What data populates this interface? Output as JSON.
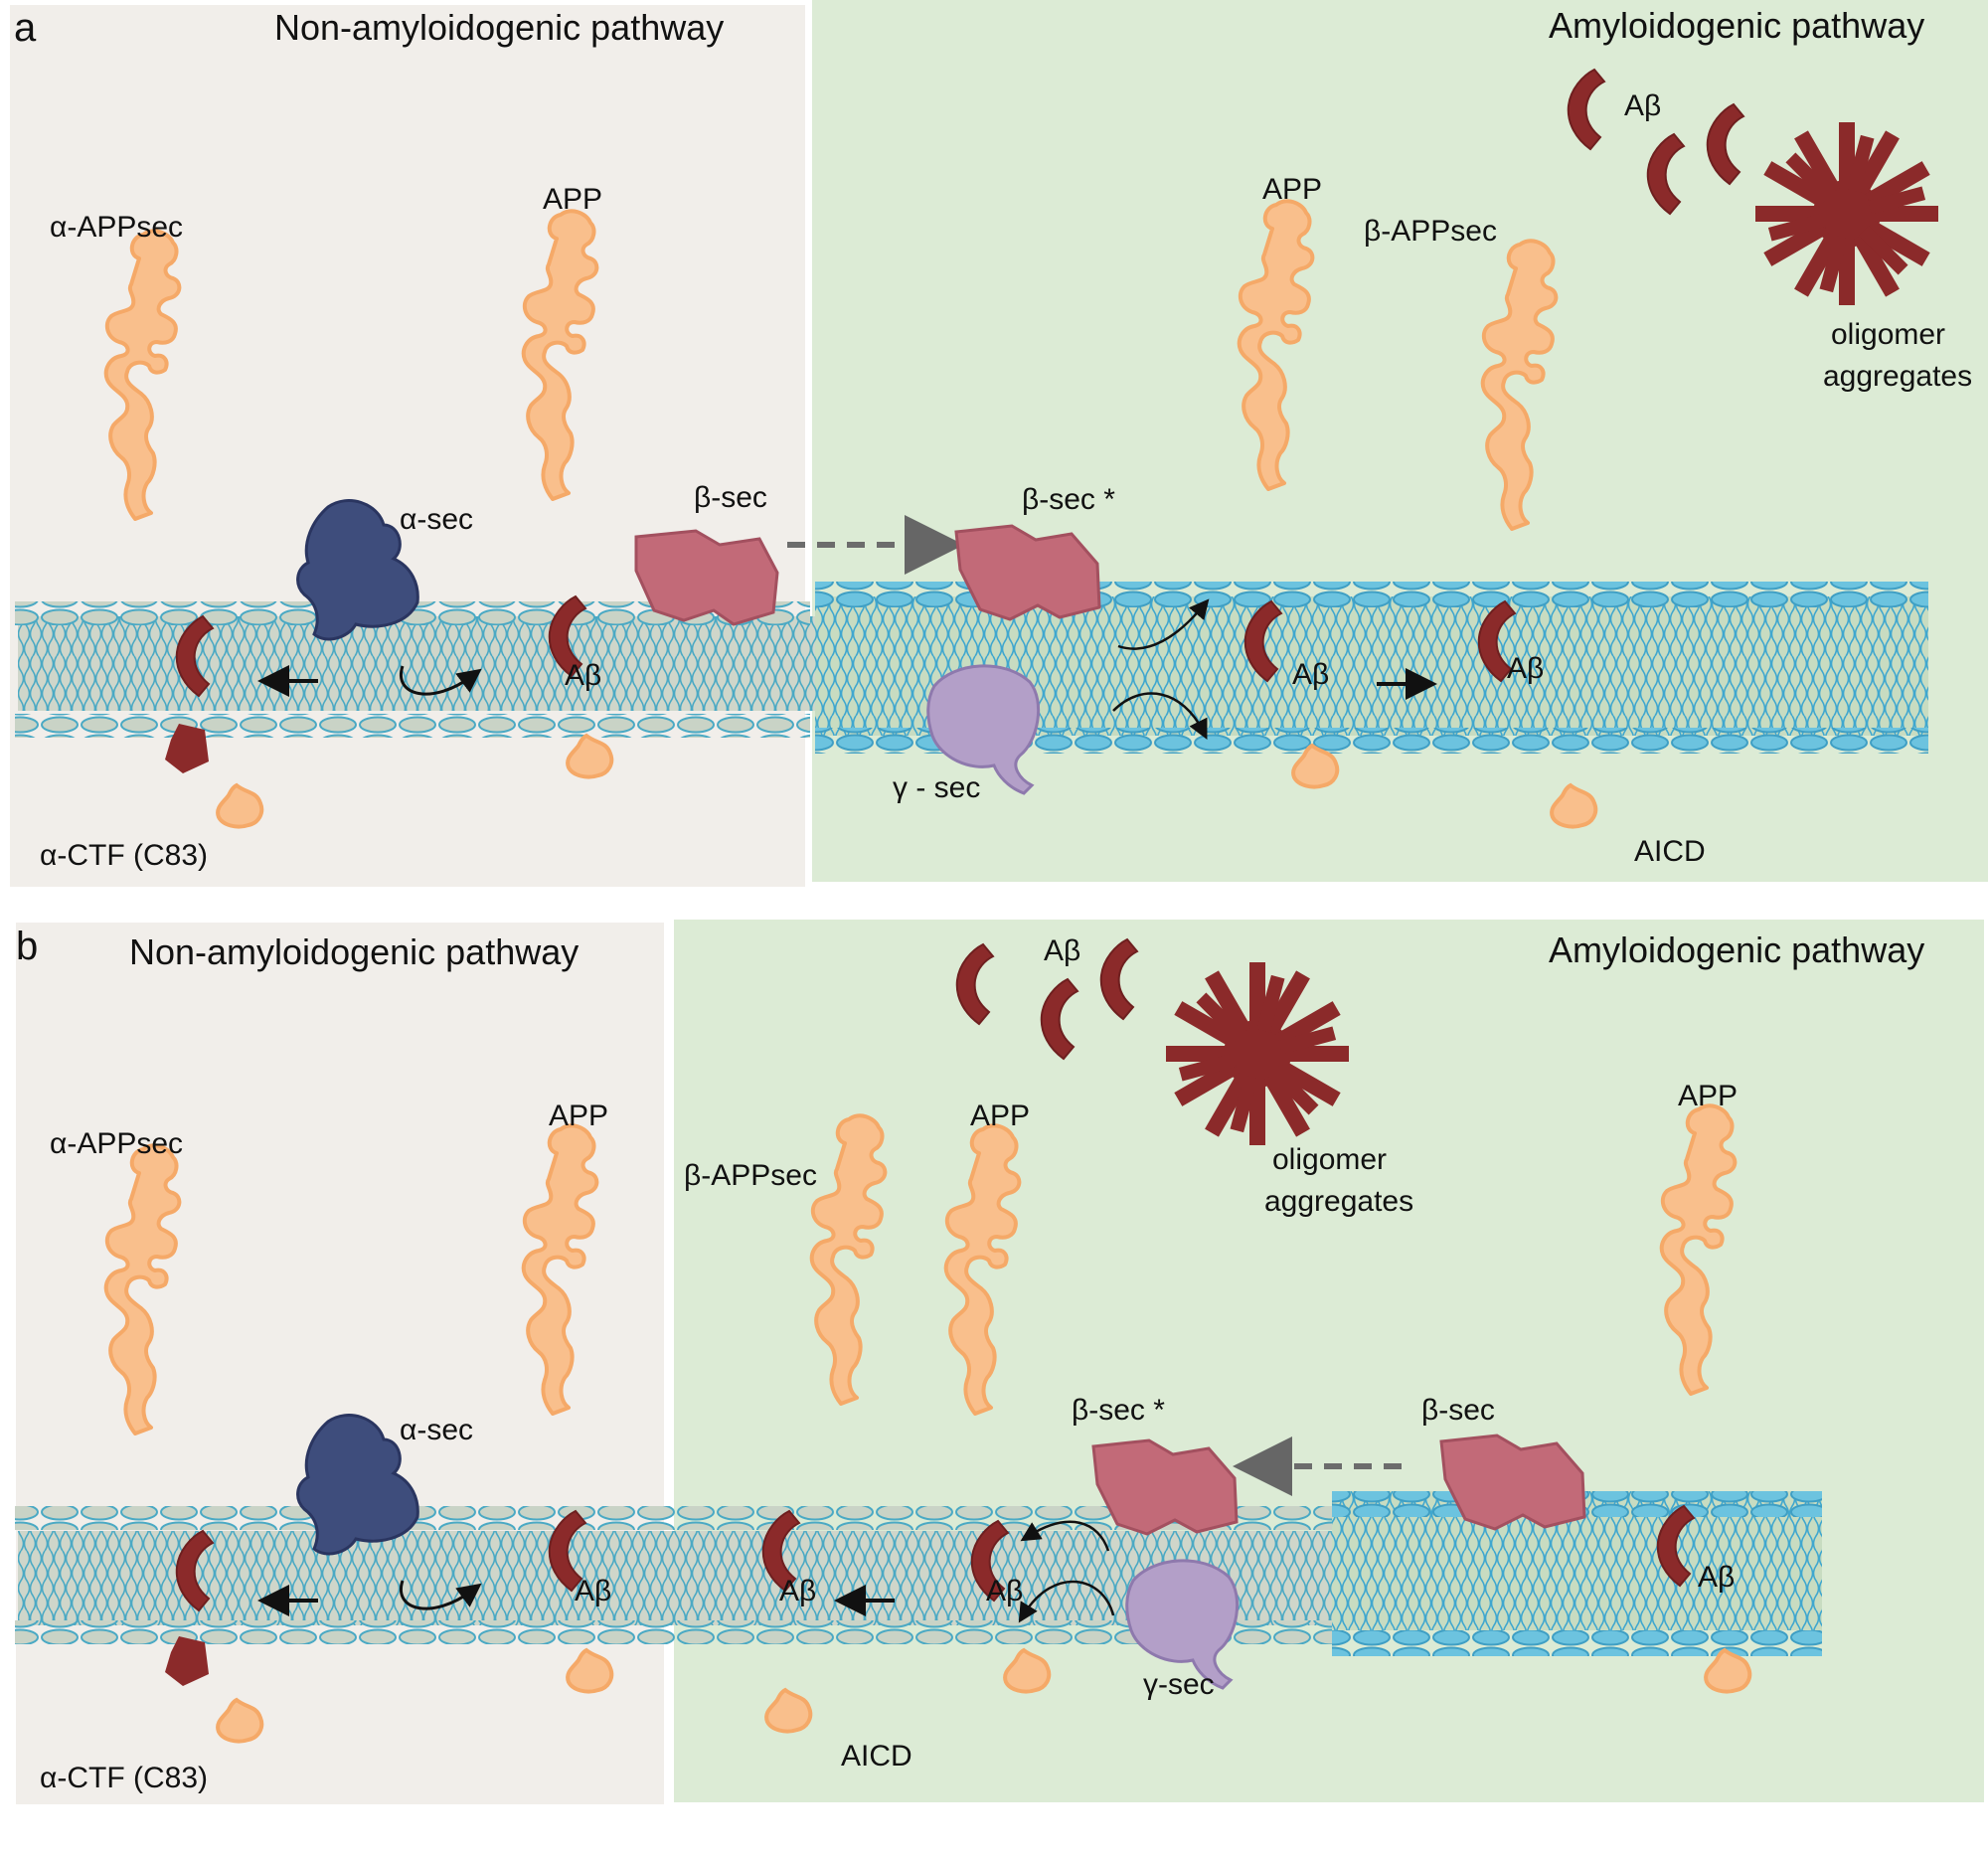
{
  "panel_a": {
    "letter": "a",
    "left_title": "Non-amyloidogenic pathway",
    "right_title": "Amyloidogenic pathway",
    "labels": {
      "alpha_appsec": "α-APPsec",
      "app_left": "APP",
      "alpha_sec": "α-sec",
      "abeta_left": "Aβ",
      "alpha_ctf": "α-CTF (C83)",
      "beta_sec": "β-sec",
      "beta_sec_star": "β-sec *",
      "gamma_sec": "γ - sec",
      "app_right": "APP",
      "beta_appsec": "β-APPsec",
      "abeta_top": "Aβ",
      "oligomer": "oligomer",
      "aggregates": "aggregates",
      "abeta_mid": "Aβ",
      "abeta_right": "Aβ",
      "aicd": "AICD"
    }
  },
  "panel_b": {
    "letter": "b",
    "left_title": "Non-amyloidogenic pathway",
    "right_title": "Amyloidogenic pathway",
    "labels": {
      "alpha_appsec": "α-APPsec",
      "app_left": "APP",
      "alpha_sec": "α-sec",
      "abeta_left": "Aβ",
      "alpha_ctf": "α-CTF (C83)",
      "beta_appsec": "β-APPsec",
      "app_mid": "APP",
      "abeta_top": "Aβ",
      "oligomer": "oligomer",
      "aggregates": "aggregates",
      "abeta_mid1": "Aβ",
      "abeta_mid2": "Aβ",
      "aicd": "AICD",
      "beta_sec_star": "β-sec *",
      "beta_sec": "β-sec",
      "gamma_sec": "γ-sec",
      "app_right": "APP",
      "abeta_right": "Aβ"
    }
  },
  "colors": {
    "left_panel_bg": "#f1eeea",
    "right_panel_bg": "#dcebd5",
    "app_protein": "#f9bf8c",
    "app_outline": "#f5a968",
    "abeta": "#8b2a2a",
    "alpha_sec": "#3e4d7c",
    "beta_sec": "#c26a78",
    "gamma_sec": "#b39fc8",
    "membrane_grey": "#c9d3c6",
    "membrane_blue": "#6cc3df"
  }
}
